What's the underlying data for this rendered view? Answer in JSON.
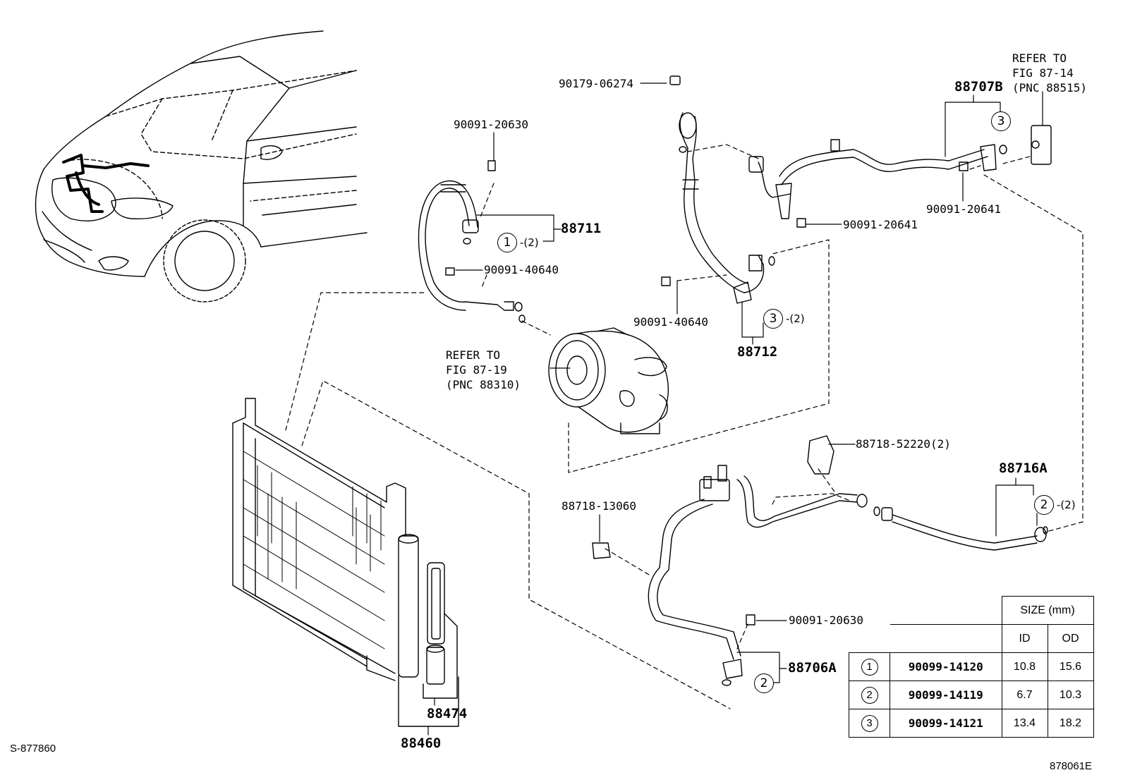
{
  "diagram_id_left": "S-877860",
  "diagram_id_right": "878061E",
  "parts": {
    "p88711": "88711",
    "p88712": "88712",
    "p88707B": "88707B",
    "p88716A": "88716A",
    "p88706A": "88706A",
    "p88474": "88474",
    "p88460": "88460",
    "b_90091_20630_top": "90091-20630",
    "b_90091_40640_left": "90091-40640",
    "b_90091_40640_mid": "90091-40640",
    "b_90179_06274": "90179-06274",
    "b_90091_20641_a": "90091-20641",
    "b_90091_20641_b": "90091-20641",
    "c_88718_52220": "88718-52220(2)",
    "c_88718_13060": "88718-13060",
    "b_90091_20630_bot": "90091-20630"
  },
  "refs": {
    "compressor": "REFER TO\nFIG 87-19\n(PNC 88310)",
    "valve": "REFER TO\nFIG 87-14\n(PNC 88515)"
  },
  "callouts": {
    "c1": "1",
    "c2a": "2",
    "c2b": "2",
    "c3a": "3",
    "c3b": "3",
    "q1": "-(2)",
    "q2": "-(2)",
    "q3": "-(2)"
  },
  "size_table": {
    "header": "SIZE (mm)",
    "col_id": "ID",
    "col_od": "OD",
    "rows": [
      {
        "ref": "1",
        "part": "90099-14120",
        "id": "10.8",
        "od": "15.6"
      },
      {
        "ref": "2",
        "part": "90099-14119",
        "id": "6.7",
        "od": "10.3"
      },
      {
        "ref": "3",
        "part": "90099-14121",
        "id": "13.4",
        "od": "18.2"
      }
    ]
  }
}
